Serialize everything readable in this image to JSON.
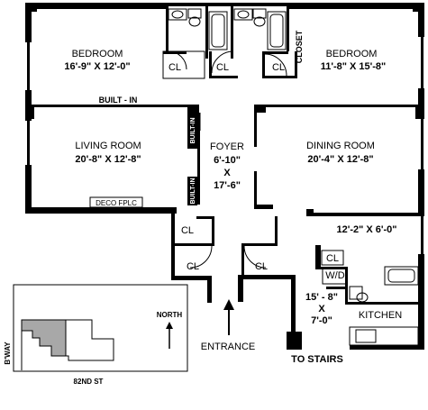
{
  "rooms": {
    "bedroom_left": {
      "name": "BEDROOM",
      "dims": "16'-9\" X 12'-0\""
    },
    "bedroom_right": {
      "name": "BEDROOM",
      "dims": "11'-8\" X 15'-8\""
    },
    "living_room": {
      "name": "LIVING ROOM",
      "dims": "20'-8\" X 12'-8\""
    },
    "foyer": {
      "name": "FOYER",
      "dim_a": "6'-10\"",
      "dim_x": "X",
      "dim_b": "17'-6\""
    },
    "dining_room": {
      "name": "DINING ROOM",
      "dims": "20'-4\" X 12'-8\""
    },
    "room_small": {
      "dims": "12'-2\" X 6'-0\""
    },
    "kitchen": {
      "name": "KITCHEN",
      "dim_a": "15' - 8\"",
      "dim_x": "X",
      "dim_b": "7'-0\""
    }
  },
  "labels": {
    "cl": "CL",
    "closet": "CLOSET",
    "built_in": "BUILT - IN",
    "built_in_short": "BUILT-IN",
    "deco_fplc": "DECO FPLC",
    "wd": "W/D",
    "entrance": "ENTRANCE",
    "to_stairs": "TO STAIRS"
  },
  "key_map": {
    "north": "NORTH",
    "street_left": "B'WAY",
    "street_bottom": "82ND ST"
  },
  "colors": {
    "wall": "#000000",
    "unit_highlight": "#a8a8a8"
  }
}
